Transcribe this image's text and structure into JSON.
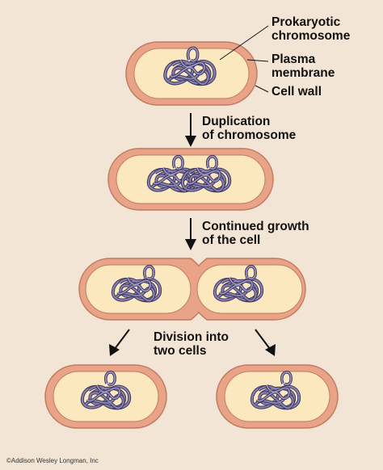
{
  "colors": {
    "background": "#f3e5d6",
    "cell_wall": "#e9a488",
    "cell_wall_edge": "#c07a60",
    "cytoplasm": "#fce8be",
    "chromosome": "#6a6390",
    "arrow": "#111111"
  },
  "labels": {
    "prokaryotic_chromosome_1": "Prokaryotic",
    "prokaryotic_chromosome_2": "chromosome",
    "plasma_membrane_1": "Plasma",
    "plasma_membrane_2": "membrane",
    "cell_wall": "Cell wall",
    "duplication_1": "Duplication",
    "duplication_2": "of chromosome",
    "growth_1": "Continued growth",
    "growth_2": "of the cell",
    "division_1": "Division into",
    "division_2": "two cells"
  },
  "credit": "©Addison Wesley Longman, Inc"
}
